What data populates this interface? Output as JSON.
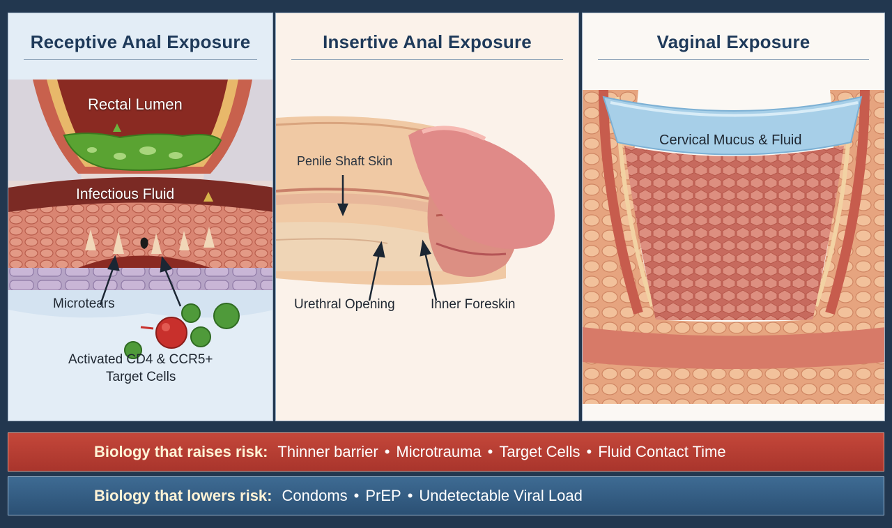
{
  "panels": [
    {
      "title": "Receptive Anal Exposure",
      "labels": {
        "lumen": "Rectal Lumen",
        "fluid": "Infectious Fluid",
        "microtears": "Microtears",
        "cells_line1": "Activated CD4 & CCR5+",
        "cells_line2": "Target Cells"
      }
    },
    {
      "title": "Insertive Anal Exposure",
      "labels": {
        "shaft": "Penile Shaft Skin",
        "urethra": "Urethral Opening",
        "foreskin": "Inner Foreskin"
      }
    },
    {
      "title": "Vaginal Exposure",
      "labels": {
        "mucus": "Cervical Mucus & Fluid"
      }
    }
  ],
  "risk_up": {
    "heading": "Biology that raises risk:",
    "items": [
      "Thinner barrier",
      "Microtrauma",
      "Target Cells",
      "Fluid Contact Time"
    ]
  },
  "risk_down": {
    "heading": "Biology that lowers risk:",
    "items": [
      "Condoms",
      "PrEP",
      "Undetectable Viral Load"
    ]
  },
  "separator": "•",
  "colors": {
    "background": "#22374f",
    "title": "#1f3a5a",
    "raise_bar": "#b13b30",
    "lower_bar": "#345d84"
  }
}
